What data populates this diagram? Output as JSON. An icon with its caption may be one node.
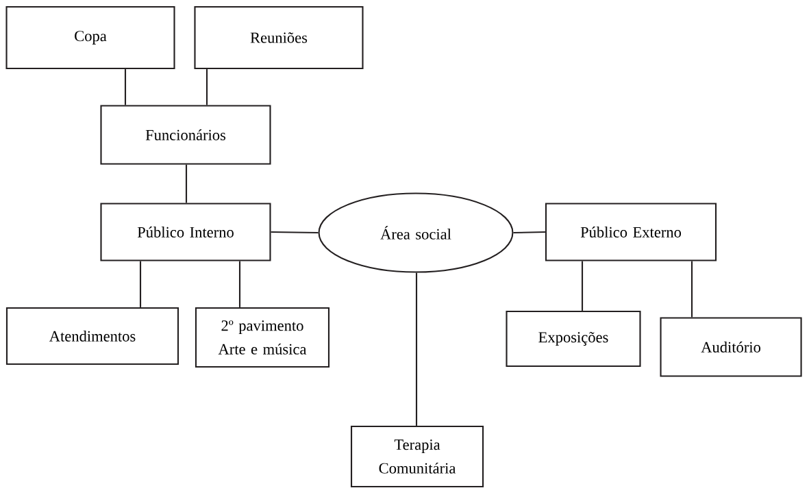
{
  "diagram": {
    "nodes": [
      {
        "text": [
          "Copa"
        ]
      },
      {
        "text": [
          "Reuniões"
        ]
      },
      {
        "text": [
          "Funcionários"
        ]
      },
      {
        "text": [
          "Público Interno"
        ]
      },
      {
        "text": [
          "Área social"
        ]
      },
      {
        "text": [
          "Público Externo"
        ]
      },
      {
        "text": [
          "Atendimentos"
        ]
      },
      {
        "text": [
          "2º pavimento Arte e música"
        ]
      },
      {
        "text": [
          "Exposições"
        ]
      },
      {
        "text": [
          "Auditório"
        ]
      },
      {
        "text": [
          "Terapia Comunitária"
        ]
      }
    ],
    "edges": [
      {
        "from": 0,
        "to": 2,
        "arrow": "none"
      },
      {
        "from": 1,
        "to": 2,
        "arrow": "none"
      },
      {
        "from": 2,
        "to": 3,
        "arrow": "none"
      },
      {
        "from": 3,
        "to": 4,
        "arrow": "none"
      },
      {
        "from": 4,
        "to": 5,
        "arrow": "none"
      },
      {
        "from": 3,
        "to": 6,
        "arrow": "none"
      },
      {
        "from": 3,
        "to": 7,
        "arrow": "none"
      },
      {
        "from": 5,
        "to": 8,
        "arrow": "none"
      },
      {
        "from": 5,
        "to": 9,
        "arrow": "none"
      },
      {
        "from": 4,
        "to": 10,
        "arrow": "none"
      }
    ]
  }
}
